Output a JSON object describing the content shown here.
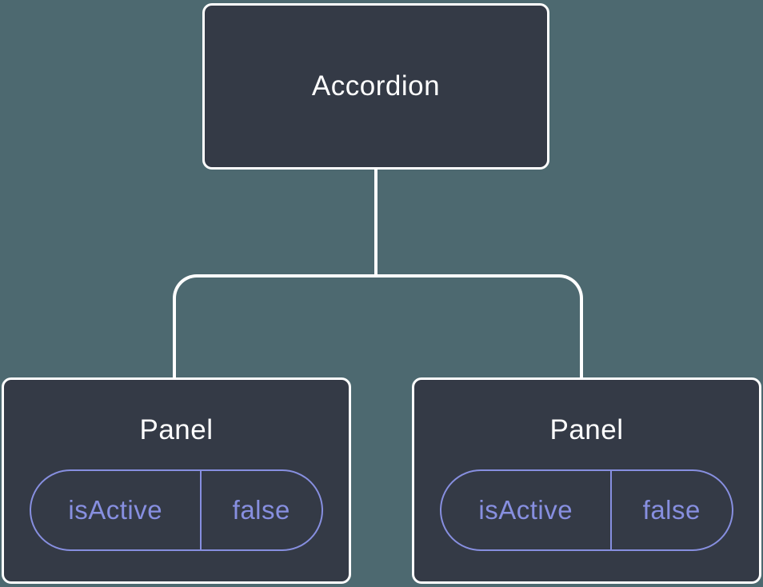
{
  "diagram": {
    "type": "component-tree",
    "colors": {
      "background": "#4D6970",
      "node-fill": "#343A46",
      "node-border": "#FFFFFF",
      "node-text": "#FFFFFF",
      "connector": "#FFFFFF",
      "state-accent": "#878FE0"
    },
    "root": {
      "label": "Accordion"
    },
    "children": [
      {
        "label": "Panel",
        "state": {
          "name": "isActive",
          "value": "false"
        }
      },
      {
        "label": "Panel",
        "state": {
          "name": "isActive",
          "value": "false"
        }
      }
    ]
  }
}
